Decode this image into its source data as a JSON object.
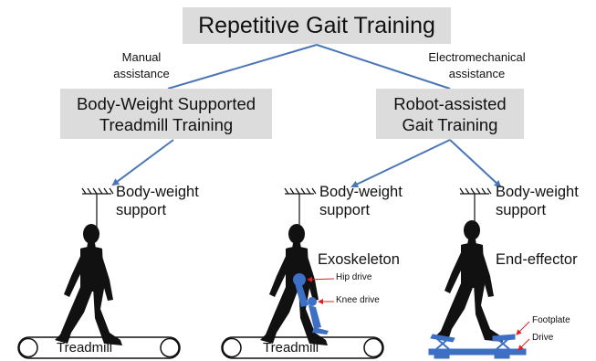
{
  "title": "Repetitive Gait Training",
  "branches": {
    "left_label": [
      "Manual",
      "assistance"
    ],
    "right_label": [
      "Electromechanical",
      "assistance"
    ]
  },
  "categories": {
    "bwstt": [
      "Body-Weight Supported",
      "Treadmill Training"
    ],
    "rag": [
      "Robot-assisted",
      "Gait Training"
    ]
  },
  "panels": [
    {
      "support": [
        "Body-weight",
        "support"
      ],
      "device": "",
      "base": "Treadmill"
    },
    {
      "support": [
        "Body-weight",
        "support"
      ],
      "device": "Exoskeleton",
      "parts": [
        "Hip drive",
        "Knee drive"
      ],
      "base": "Treadmill"
    },
    {
      "support": [
        "Body-weight",
        "support"
      ],
      "device": "End-effector",
      "parts": [
        "Footplate",
        "Drive"
      ],
      "base": ""
    }
  ],
  "colors": {
    "arrow": "#4a76b8",
    "box": "#dcdcdc",
    "silhouette": "#111111",
    "device": "#3d6fc4",
    "annotation": "#e02020"
  }
}
